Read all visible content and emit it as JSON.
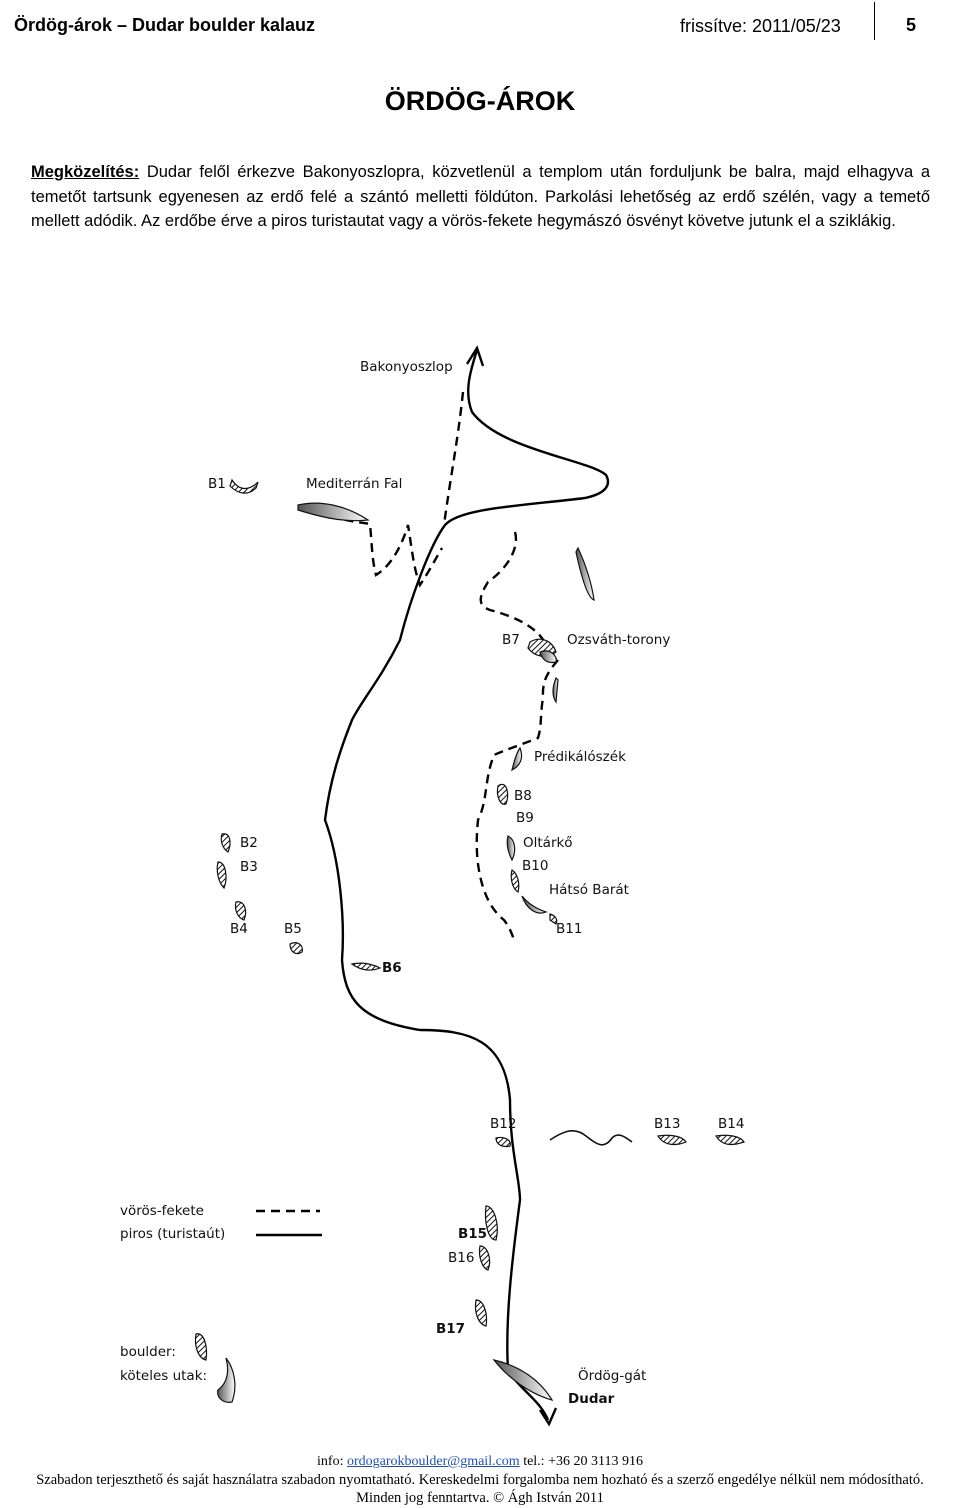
{
  "header": {
    "title": "Ördög-árok – Dudar boulder kalauz",
    "date": "frissítve: 2011/05/23",
    "page": "5"
  },
  "page_title": "ÖRDÖG-ÁROK",
  "approach": {
    "label": "Megközelítés:",
    "text": " Dudar felől érkezve Bakonyoszlopra, közvetlenül a templom után forduljunk be balra, majd elhagyva a temetőt tartsunk egyenesen az erdő felé a szántó melletti földúton. Parkolási lehetőség az erdő szélén, vagy a temető mellett adódik. Az erdőbe érve a piros turistautat vagy a vörös-fekete hegymászó ösvényt követve jutunk el a sziklákig."
  },
  "map": {
    "top_place": "Bakonyoszlop",
    "bottom_place": "Dudar",
    "labels": {
      "b1": "B1",
      "mediterran": "Mediterrán Fal",
      "b7": "B7",
      "ozsvath": "Ozsváth-torony",
      "predikaloszek": "Prédikálószék",
      "b8": "B8",
      "b9": "B9",
      "oltarko": "Oltárkő",
      "b10": "B10",
      "hatso": "Hátsó Barát",
      "b11": "B11",
      "b2": "B2",
      "b3": "B3",
      "b4": "B4",
      "b5": "B5",
      "b6": "B6",
      "b12": "B12",
      "b13": "B13",
      "b14": "B14",
      "b15": "B15",
      "b16": "B16",
      "b17": "B17",
      "ordoggat": "Ördög-gát"
    },
    "legend": {
      "red_black": "vörös-fekete",
      "red": "piros (turistaút)",
      "boulder": "boulder:",
      "roped": "köteles utak:"
    }
  },
  "footer": {
    "info_prefix": "info: ",
    "email": "ordogarokboulder@gmail.com",
    "phone": " tel.: +36 20 3113 916",
    "license": "Szabadon terjeszthető és saját használatra szabadon nyomtatható. Kereskedelmi forgalomba nem hozható és a szerző engedélye nélkül nem módosítható.",
    "rights": "Minden jog fenntartva. © Ágh István 2011"
  }
}
